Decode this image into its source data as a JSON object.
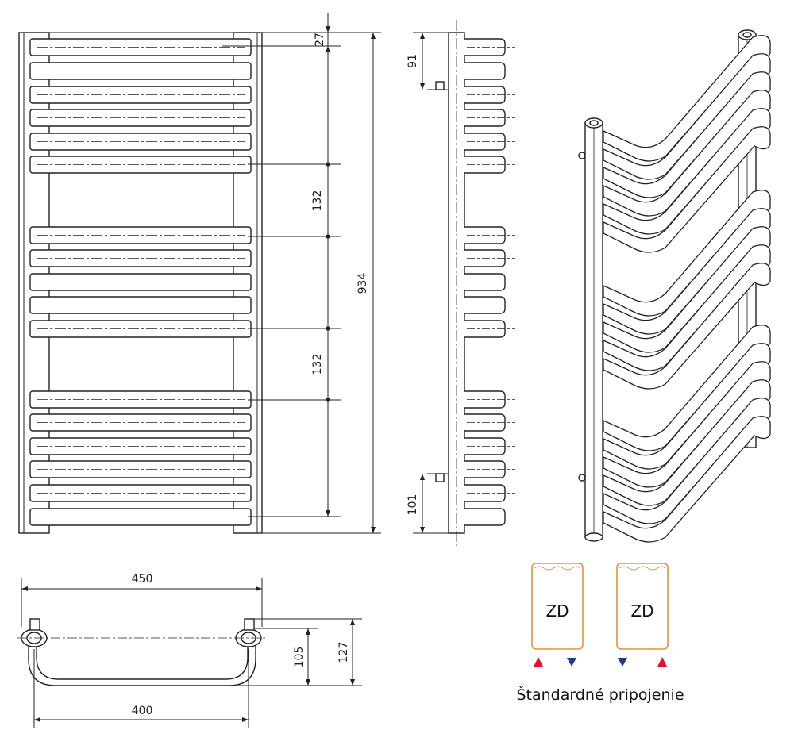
{
  "dimensions": {
    "top_offset": "27",
    "spacing_upper": "132",
    "total_height": "934",
    "spacing_lower": "132",
    "side_top": "91",
    "side_bottom": "101",
    "width_outer": "450",
    "width_axis": "400",
    "depth_small": "105",
    "depth_large": "127"
  },
  "connection": {
    "units": [
      {
        "label": "ZD",
        "left_arrow": "supply-red-up",
        "right_arrow": "return-blue-down"
      },
      {
        "label": "ZD",
        "left_arrow": "return-blue-down",
        "right_arrow": "supply-red-up"
      }
    ],
    "caption": "Štandardné pripojenie"
  },
  "colors": {
    "line": "#222222",
    "radiator_unit_outline": "#e8913a",
    "supply": "#e8112d",
    "return": "#1f3a93"
  }
}
